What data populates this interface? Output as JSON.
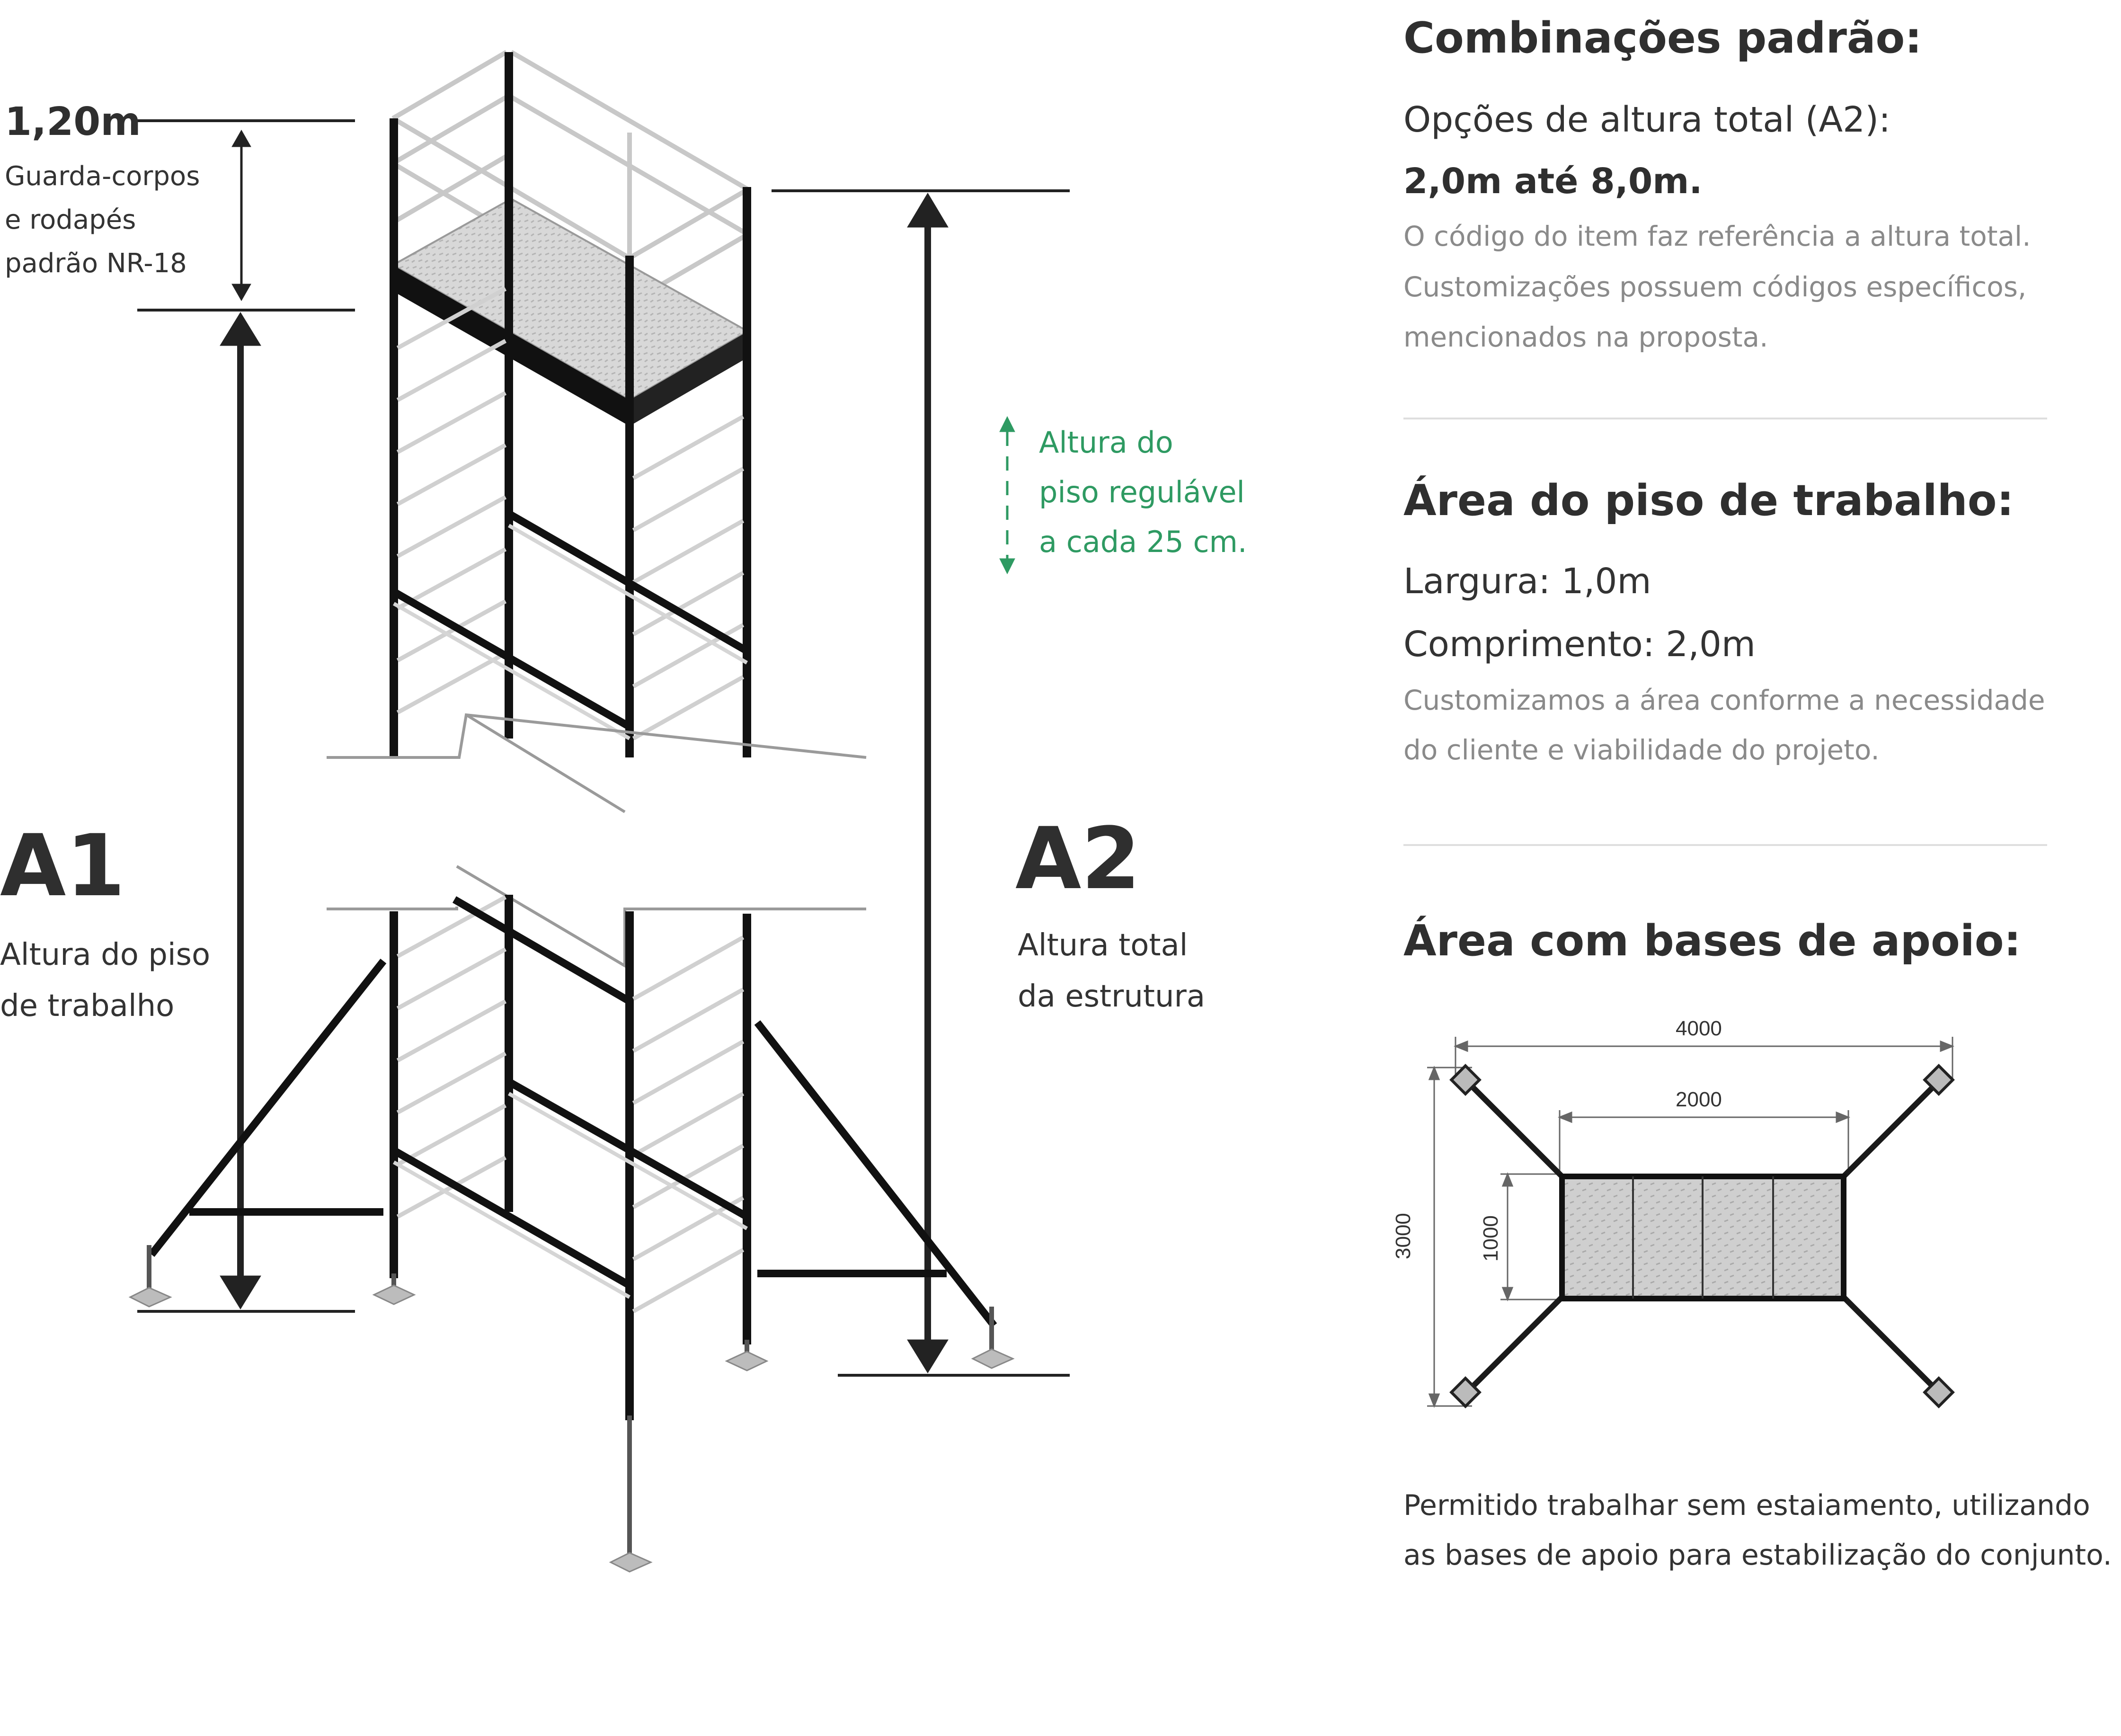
{
  "left": {
    "guard_height": "1,20m",
    "guard_desc": [
      "Guarda-corpos",
      "e rodapés",
      "padrão NR-18"
    ],
    "a1_label": "A1",
    "a1_desc": [
      "Altura do piso",
      "de trabalho"
    ],
    "a2_label": "A2",
    "a2_desc": [
      "Altura total",
      "da estrutura"
    ],
    "adjust_note": [
      "Altura do",
      "piso regulável",
      "a cada 25 cm."
    ]
  },
  "right": {
    "section1": {
      "title": "Combinações padrão:",
      "subtitle": "Opções de altura total (A2):",
      "range": "2,0m até 8,0m.",
      "notes": [
        "O código do item faz referência a altura total.",
        "Customizações possuem códigos específicos,",
        "mencionados na proposta."
      ]
    },
    "section2": {
      "title": "Área do piso de trabalho:",
      "width": "Largura: 1,0m",
      "length": "Comprimento: 2,0m",
      "notes": [
        "Customizamos a área conforme a necessidade",
        "do cliente e viabilidade do projeto."
      ]
    },
    "section3": {
      "title": "Área com bases de apoio:",
      "plan": {
        "dim_total_width": "4000",
        "dim_platform_width": "2000",
        "dim_total_depth": "3000",
        "dim_platform_depth": "1000"
      },
      "notes": [
        "Permitido trabalhar sem estaiamento, utilizando",
        "as bases de apoio para estabilização do conjunto."
      ]
    }
  },
  "colors": {
    "accent_green": "#2e9a62",
    "text_dark": "#333333",
    "text_grey": "#8a8a8a",
    "structure": "#1a1a1a"
  }
}
